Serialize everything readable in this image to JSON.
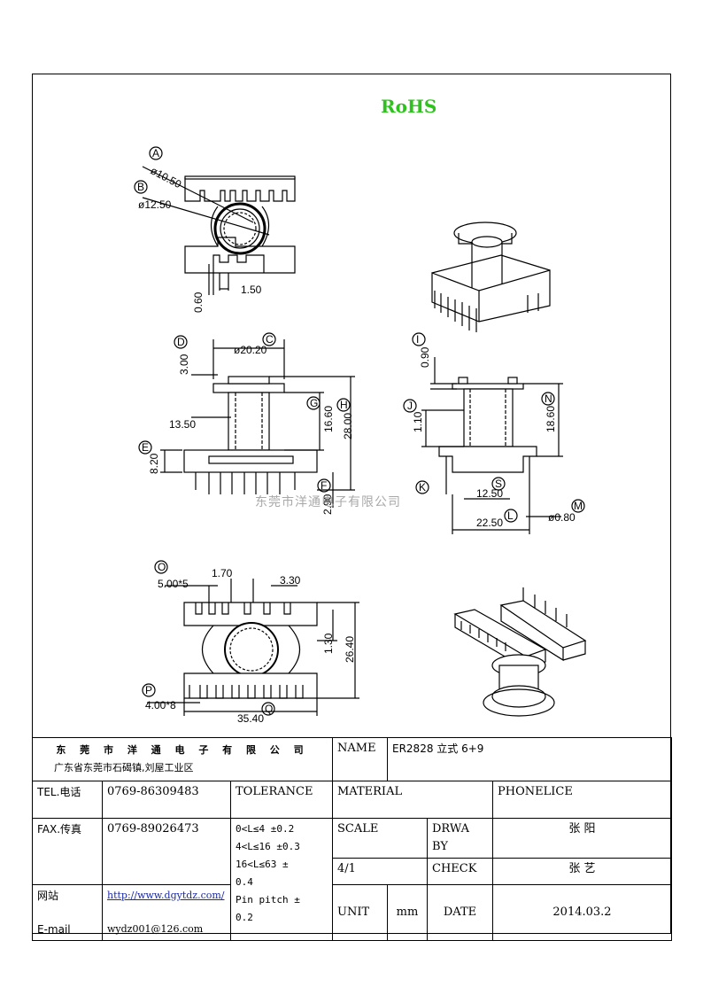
{
  "rohs": "RoHS",
  "watermark": "东莞市洋通电子有限公司",
  "dimensions": {
    "a": "A",
    "b": "B",
    "c": "C",
    "d": "D",
    "e": "E",
    "f": "F",
    "g": "G",
    "h": "H",
    "i": "I",
    "j": "J",
    "k": "K",
    "l": "L",
    "m": "M",
    "n": "N",
    "o": "O",
    "p": "P",
    "q": "Q",
    "s": "S",
    "phi1050": "ø10.50",
    "phi1250": "ø12.50",
    "d150": "1.50",
    "d060": "0.60",
    "phi2020": "ø20.20",
    "d300": "3.00",
    "d1350": "13.50",
    "d1660": "16.60",
    "d2800": "28.00",
    "d820": "8.20",
    "d290": "2.90",
    "d090": "0.90",
    "d110": "1.10",
    "d1860": "18.60",
    "d1250": "12.50",
    "d2250": "22.50",
    "phi080": "ø0.80",
    "d500x5": "5.00*5",
    "d170": "1.70",
    "d330": "3.30",
    "d130": "1.30",
    "d2640": "26.40",
    "d400x8": "4.00*8",
    "d3540": "35.40"
  },
  "title_block": {
    "company": "东 莞 市 洋 通 电 子 有 限 公 司",
    "address": "广东省东莞市石碣镇,刘屋工业区",
    "name_label": "NAME",
    "name_value": "ER2828 立式 6+9",
    "tel_label": "TEL.电话",
    "tel_value": "0769-86309483",
    "tolerance_label": "TOLERANCE",
    "material_label": "MATERIAL",
    "phonelice": "PHONELICE",
    "fax_label": "FAX.传真",
    "fax_value": "0769-89026473",
    "tol_1": "0<L≤4   ±0.2",
    "tol_2": "4<L≤16  ±0.3",
    "tol_3": "16<L≤63  ±",
    "tol_3b": "0.4",
    "tol_4": "Pin pitch ±",
    "tol_4b": "0.2",
    "scale_label": "SCALE",
    "drawn_by_label_1": "DRWA",
    "drawn_by_label_2": "BY",
    "drawn_by_value": "张  阳",
    "scale_value": "4/1",
    "check_label": "CHECK",
    "check_value": "张  艺",
    "web_label": "网站",
    "web_value": "http://www.dgytdz.com/",
    "email_label": "E-mail",
    "email_value": "wydz001@126.com",
    "unit_label": "UNIT",
    "unit_value": "mm",
    "date_label": "DATE",
    "date_value": "2014.03.2"
  }
}
